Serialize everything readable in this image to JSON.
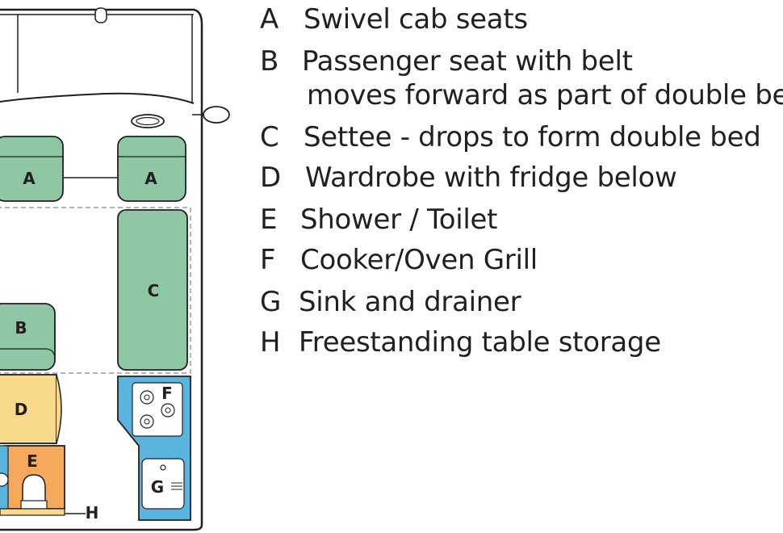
{
  "labels": {
    "cab_seat": "A",
    "passenger_seat": "B",
    "settee": "C",
    "wardrobe": "D",
    "shower": "E",
    "cooker": "F",
    "sink": "G",
    "table_storage": "H"
  },
  "legend": [
    {
      "letter": "A",
      "text": "Swivel cab seats"
    },
    {
      "letter": "B",
      "text": "Passenger seat with belt",
      "continuation": "moves forward as part of double bed"
    },
    {
      "letter": "C",
      "text": "Settee - drops to form double bed"
    },
    {
      "letter": "D",
      "text": "Wardrobe with fridge below"
    },
    {
      "letter": "E",
      "text": "Shower / Toilet"
    },
    {
      "letter": "F",
      "text": "Cooker/Oven Grill"
    },
    {
      "letter": "G",
      "text": "Sink and drainer"
    },
    {
      "letter": "H",
      "text": "Freestanding table storage"
    }
  ],
  "colors": {
    "seat_fill": "#8fc7a5",
    "wardrobe_fill": "#f9d98a",
    "shower_fill": "#f5a95a",
    "kitchen_fill": "#5ab4e0",
    "outline": "#231f20",
    "text": "#231f20"
  }
}
